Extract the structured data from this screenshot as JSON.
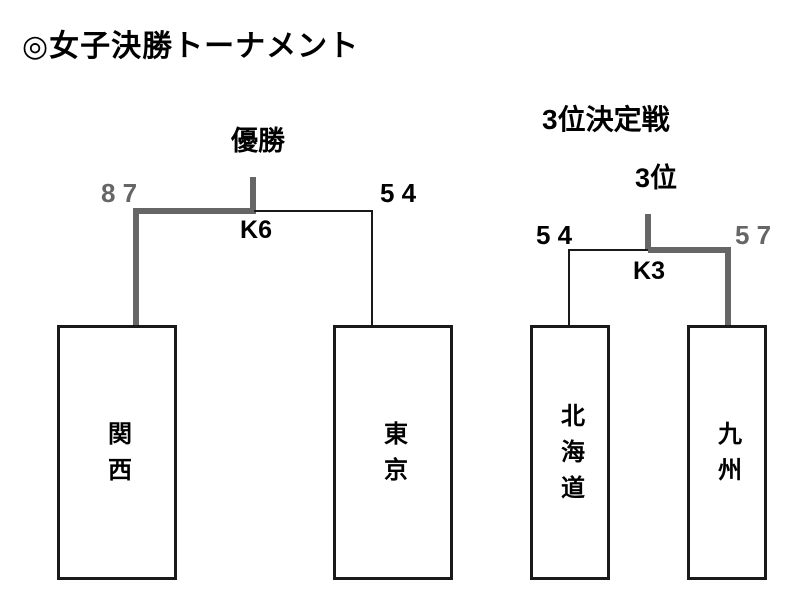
{
  "title": "◎女子決勝トーナメント",
  "colors": {
    "winner": "#666666",
    "line": "#1a1a1a",
    "text": "#000000"
  },
  "final": {
    "result_label": "優勝",
    "match_code": "K6",
    "left": {
      "team": "関西",
      "score": "8 7",
      "result": "winner"
    },
    "right": {
      "team": "東京",
      "score": "5 4",
      "result": "loser"
    }
  },
  "third_place": {
    "heading": "3位決定戦",
    "result_label": "3位",
    "match_code": "K3",
    "left": {
      "team": "北海道",
      "score": "5 4",
      "result": "loser"
    },
    "right": {
      "team": "九州",
      "score": "5 7",
      "result": "winner"
    }
  }
}
